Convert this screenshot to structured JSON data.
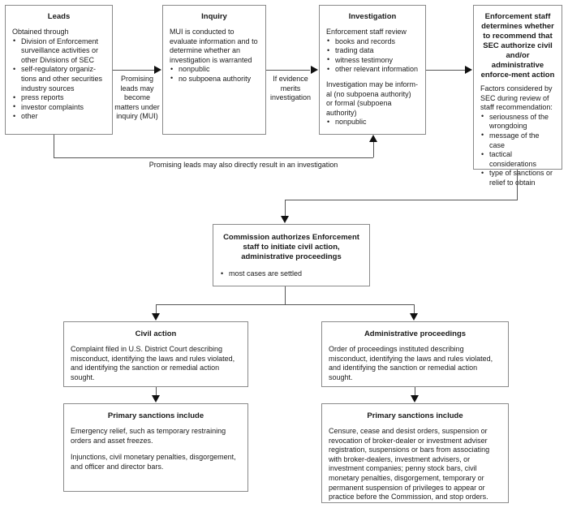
{
  "diagram": {
    "title": "SEC Enforcement Process Flowchart",
    "accent_border": "#8a8a8a",
    "arrow_color": "#111111"
  },
  "nodes": {
    "leads": {
      "title": "Leads",
      "intro": "Obtained through",
      "bullets": [
        "Division of Enforcement surveillance activities or other Divisions of SEC",
        "self-regulatory organiz-tions and other securities industry sources",
        "press reports",
        "investor complaints",
        "other"
      ]
    },
    "inquiry": {
      "title": "Inquiry",
      "intro": "MUI is conducted to evaluate information and to determine whether an investigation is warranted",
      "bullets": [
        "nonpublic",
        "no subpoena authority"
      ]
    },
    "investigation": {
      "title": "Investigation",
      "intro": "Enforcement staff review",
      "bullets": [
        "books and records",
        "trading data",
        "witness testimony",
        "other relevant information"
      ],
      "note": "Investigation may be inform-al (no subpoena authority) or formal (subpoena authority)",
      "note_bullets": [
        "nonpublic"
      ]
    },
    "enforcement_staff": {
      "title": "Enforcement staff determines whether to recommend that SEC authorize civil and/or administrative enforce-ment action",
      "intro": "Factors considered by SEC during review of staff recommendation:",
      "bullets": [
        "seriousness of the wrongdoing",
        "message of the case",
        "tactical considerations",
        "type of sanctions or relief to obtain"
      ]
    },
    "commission": {
      "title": "Commission authorizes Enforcement staff to initiate civil action, administrative proceedings",
      "bullets": [
        "most cases are settled"
      ]
    },
    "civil_action": {
      "title": "Civil action",
      "body": "Complaint filed in U.S. District Court describing misconduct, identifying the laws and rules violated, and identifying the sanction or remedial action sought."
    },
    "administrative_proceedings": {
      "title": "Administrative proceedings",
      "body": "Order of proceedings instituted describing misconduct, identifying the laws and rules violated, and identifying the sanction or remedial action sought."
    },
    "civil_sanctions": {
      "title": "Primary sanctions include",
      "paragraph_1": "Emergency relief, such as temporary restraining orders and asset freezes.",
      "paragraph_2": "Injunctions, civil monetary penalties, disgorgement, and officer and director bars."
    },
    "administrative_sanctions": {
      "title": "Primary sanctions include",
      "paragraph_1": "Censure, cease and desist orders, suspension or revocation of broker-dealer or investment adviser registration, suspensions or bars from associating with broker-dealers, investment advisers, or investment companies; penny stock bars, civil monetary penalties, disgorgement, temporary or permanent suspension of privileges to appear or practice before the Commission, and stop orders."
    }
  },
  "edges": {
    "leads_to_inquiry": "Promising leads may become matters under inquiry (MUI)",
    "inquiry_to_investigation": "If evidence merits investigation",
    "leads_to_investigation": "Promising leads may also directly result in an investigation"
  }
}
